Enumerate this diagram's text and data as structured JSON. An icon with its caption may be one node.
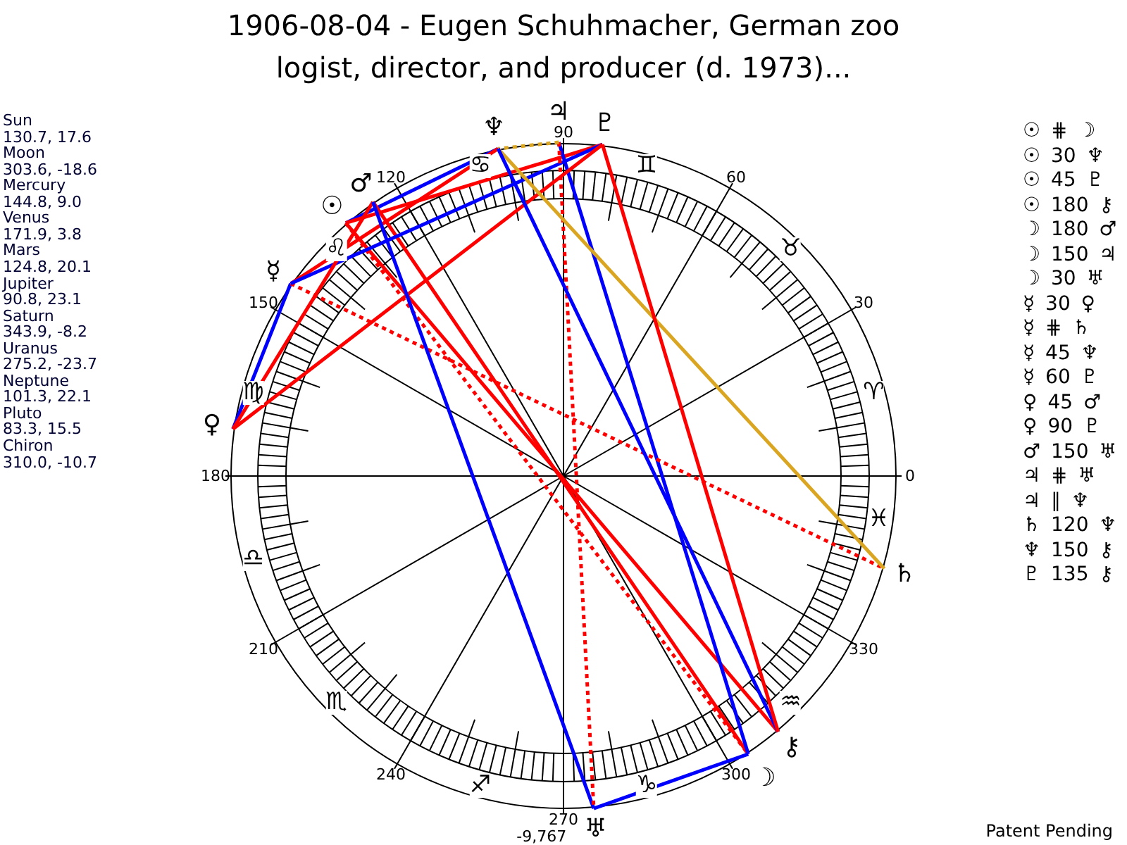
{
  "diagram": {
    "title": "1906-08-04 - Eugen Schuhmacher, German zoo logist, director, and producer (d. 1973)...",
    "nodes": [
      {
        "text": [
          "☉"
        ]
      },
      {
        "text": [
          "☽"
        ]
      },
      {
        "text": [
          "☿"
        ]
      },
      {
        "text": [
          "♀"
        ]
      },
      {
        "text": [
          "♂"
        ]
      },
      {
        "text": [
          "♃"
        ]
      },
      {
        "text": [
          "♄"
        ]
      },
      {
        "text": [
          "♅"
        ]
      },
      {
        "text": [
          "♆"
        ]
      },
      {
        "text": [
          "♇"
        ]
      },
      {
        "text": [
          "⚷"
        ]
      }
    ],
    "edges": [
      {
        "from": 0,
        "to": 1,
        "arrow": "none",
        "style": "dashed"
      },
      {
        "from": 0,
        "to": 8,
        "arrow": "none",
        "color": "#0000ff"
      },
      {
        "from": 0,
        "to": 9,
        "arrow": "none"
      },
      {
        "from": 0,
        "to": 10,
        "arrow": "none"
      },
      {
        "from": 1,
        "to": 4,
        "arrow": "none"
      },
      {
        "from": 1,
        "to": 5,
        "arrow": "none",
        "color": "#0000ff"
      },
      {
        "from": 1,
        "to": 7,
        "arrow": "none",
        "color": "#0000ff"
      },
      {
        "from": 2,
        "to": 3,
        "arrow": "none",
        "color": "#0000ff"
      },
      {
        "from": 2,
        "to": 6,
        "arrow": "none",
        "style": "dashed"
      },
      {
        "from": 2,
        "to": 8,
        "arrow": "none"
      },
      {
        "from": 2,
        "to": 9,
        "arrow": "none",
        "color": "#0000ff"
      },
      {
        "from": 3,
        "to": 4,
        "arrow": "none"
      },
      {
        "from": 3,
        "to": 9,
        "arrow": "none"
      },
      {
        "from": 4,
        "to": 7,
        "arrow": "none",
        "color": "#0000ff"
      },
      {
        "from": 5,
        "to": 7,
        "arrow": "none",
        "style": "dashed"
      },
      {
        "from": 5,
        "to": 8,
        "arrow": "none",
        "style": "dashed",
        "color": "#daa520"
      },
      {
        "from": 6,
        "to": 8,
        "arrow": "none",
        "color": "#daa520"
      },
      {
        "from": 8,
        "to": 10,
        "arrow": "none",
        "color": "#0000ff"
      },
      {
        "from": 9,
        "to": 10,
        "arrow": "none"
      }
    ],
    "labels": [
      "Sun",
      "130.7, 17.6",
      "Moon",
      "303.6, -18.6",
      "Mercury",
      "144.8, 9.0",
      "Venus",
      "171.9, 3.8",
      "Mars",
      "124.8, 20.1",
      "Jupiter",
      "90.8, 23.1",
      "Saturn",
      "343.9, -8.2",
      "Uranus",
      "275.2, -23.7",
      "Neptune",
      "101.3, 22.1",
      "Pluto",
      "83.3, 15.5",
      "Chiron",
      "310.0, -10.7",
      "90",
      "♋",
      "♊",
      "120",
      "60",
      "♌",
      "♉",
      "150",
      "30",
      "♍",
      "♈",
      "180",
      "0",
      "♎",
      "♓",
      "210",
      "330",
      "♏",
      "♒",
      "240",
      "300",
      "♐",
      "♑",
      "270",
      "-9,767",
      "☉ ⋕ ☽",
      "☉ 30 ♆",
      "☉ 45 ♇",
      "☉ 180 ⚷",
      "☽ 180 ♂",
      "☽ 150 ♃",
      "☽ 30 ♅",
      "☿ 30 ♀",
      "☿ ⋕ ♄",
      "☿ 45 ♆",
      "☿ 60 ♇",
      "♀ 45 ♂",
      "♀ 90 ♇",
      "♂ 150 ♅",
      "♃ ⋕ ♅",
      "♃ ∥ ♆",
      "♄ 120 ♆",
      "♆ 150 ⚷",
      "♇ 135 ⚷",
      "Patent Pending"
    ]
  }
}
